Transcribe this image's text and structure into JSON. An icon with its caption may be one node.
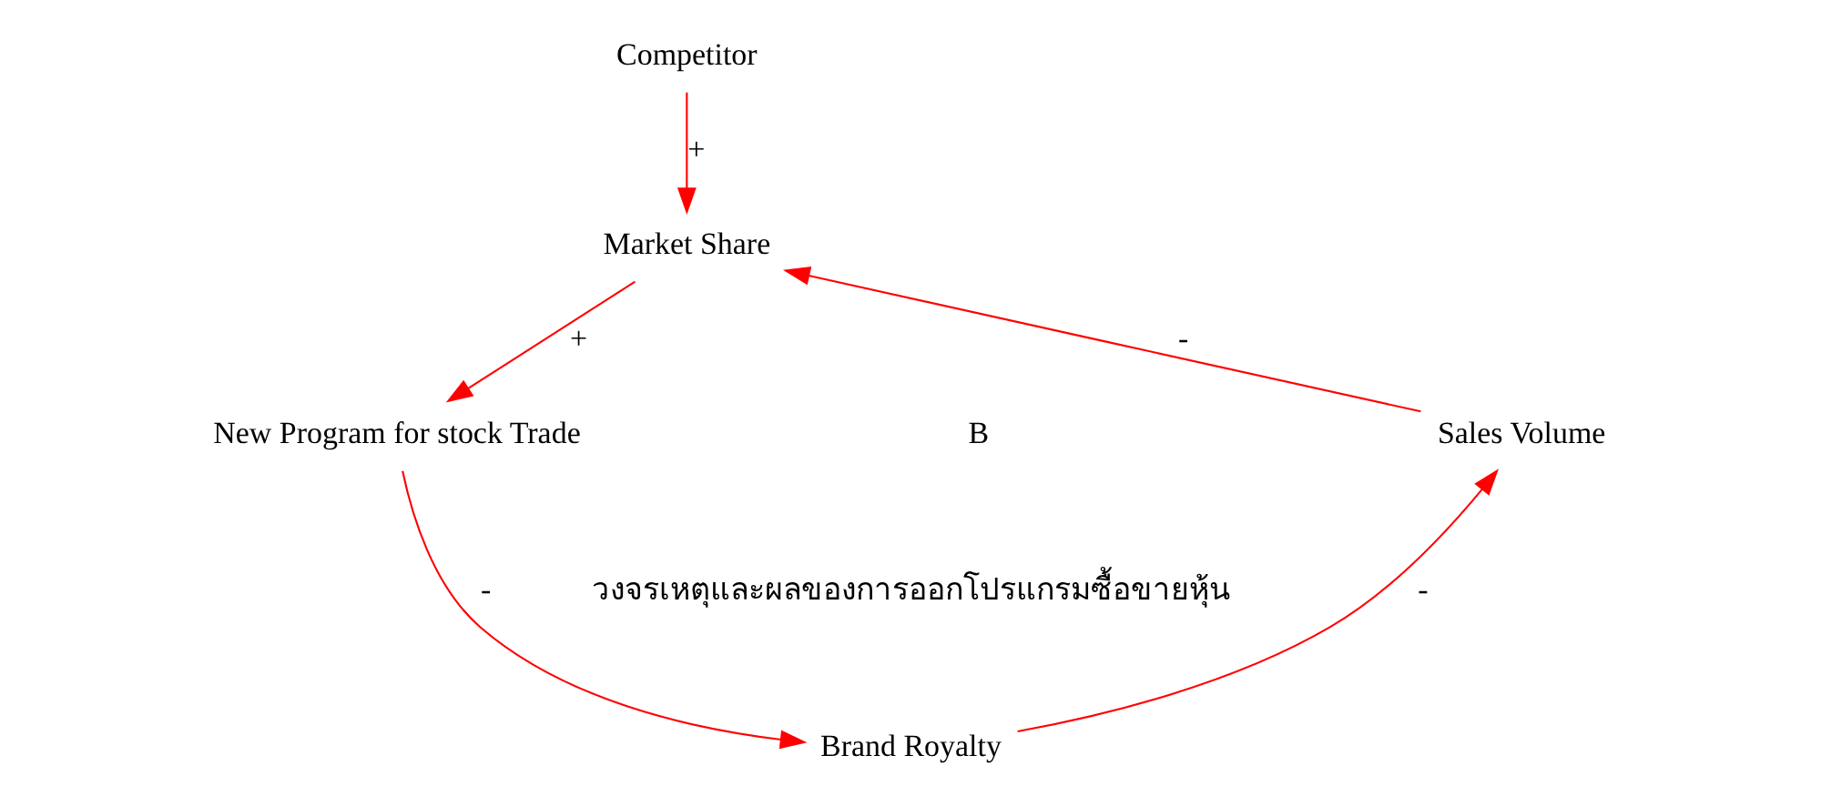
{
  "diagram": {
    "nodes": [
      {
        "text": [
          "Competitor"
        ]
      },
      {
        "text": [
          "Market Share"
        ]
      },
      {
        "text": [
          "New Program for stock Trade"
        ]
      },
      {
        "text": [
          "Sales Volume"
        ]
      },
      {
        "text": [
          "Brand Royalty"
        ]
      }
    ],
    "edges": [
      {
        "from": 0,
        "to": 1,
        "arrow": "to",
        "label": "+"
      },
      {
        "from": 1,
        "to": 2,
        "arrow": "to",
        "label": "+"
      },
      {
        "from": 2,
        "to": 4,
        "arrow": "to",
        "label": "-"
      },
      {
        "from": 4,
        "to": 3,
        "arrow": "to",
        "label": "-"
      },
      {
        "from": 3,
        "to": 1,
        "arrow": "to",
        "label": "-"
      }
    ],
    "labels": [
      "B",
      "วงจรเหตุและผลของการออกโปรแกรมซื้อขายหุ้น"
    ]
  }
}
